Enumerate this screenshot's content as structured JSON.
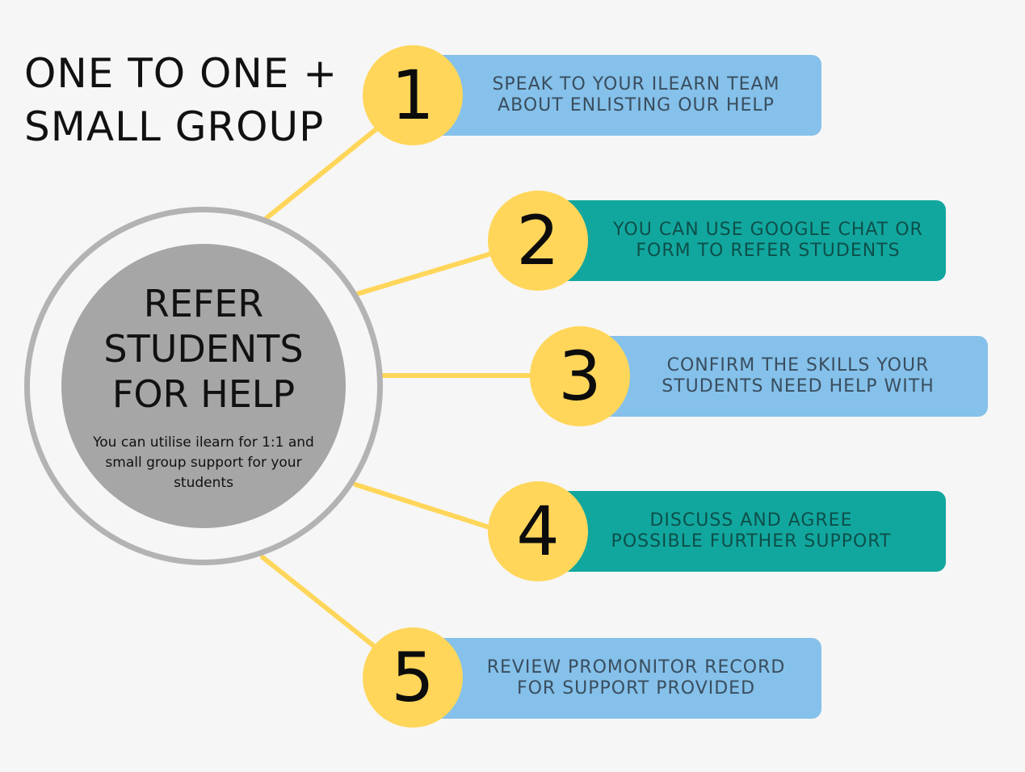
{
  "title": {
    "line1": "ONE TO ONE +",
    "line2": "SMALL GROUP"
  },
  "hub": {
    "title_line1": "REFER",
    "title_line2": "STUDENTS",
    "title_line3": "FOR HELP",
    "description": "You can utilise ilearn for 1:1 and small group support for your students"
  },
  "colors": {
    "background": "#f6f6f6",
    "light_blue": "#85c1ea",
    "teal": "#12a79e",
    "yellow": "#ffd65a",
    "hub_ring": "#b3b3b3",
    "hub_core": "#a6a6a6",
    "connector": "#ffd65a"
  },
  "steps": [
    {
      "number": "1",
      "line1": "SPEAK TO YOUR ILEARN TEAM",
      "line2": "ABOUT ENLISTING OUR HELP",
      "style": "light_blue"
    },
    {
      "number": "2",
      "line1": "YOU CAN USE GOOGLE CHAT OR",
      "line2": "FORM TO REFER STUDENTS",
      "style": "teal"
    },
    {
      "number": "3",
      "line1": "CONFIRM THE SKILLS YOUR",
      "line2": "STUDENTS NEED HELP WITH",
      "style": "light_blue"
    },
    {
      "number": "4",
      "line1": "DISCUSS AND AGREE",
      "line2": "POSSIBLE FURTHER SUPPORT",
      "style": "teal"
    },
    {
      "number": "5",
      "line1": "REVIEW PROMONITOR RECORD",
      "line2": "FOR SUPPORT PROVIDED",
      "style": "light_blue"
    }
  ]
}
